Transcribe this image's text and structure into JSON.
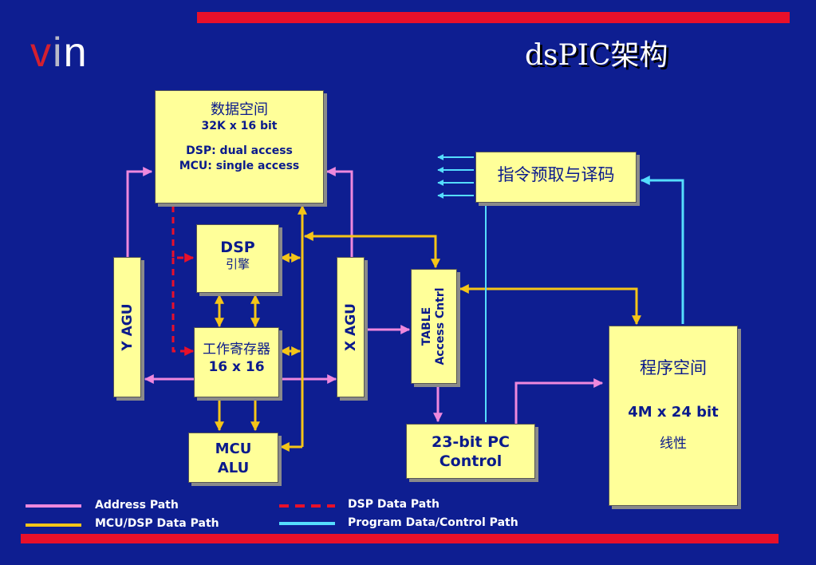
{
  "header": {
    "title": "dsPIC架构"
  },
  "logo": {
    "v": "v",
    "i": "i",
    "n": "n"
  },
  "blocks": {
    "data_space": {
      "title": "数据空间",
      "size": "32K x 16 bit",
      "dsp": "DSP:  dual access",
      "mcu": "MCU: single access"
    },
    "dsp_engine": {
      "name": "DSP",
      "sub": "引擎"
    },
    "work_regs": {
      "name": "工作寄存器",
      "size": "16 x 16"
    },
    "mcu_alu": {
      "line1": "MCU",
      "line2": "ALU"
    },
    "y_agu": {
      "label": "Y  AGU"
    },
    "x_agu": {
      "label": "X  AGU"
    },
    "table": {
      "line1": "TABLE",
      "line2": "Access Cntrl"
    },
    "fetch": {
      "label": "指令预取与译码"
    },
    "pc": {
      "line1": "23-bit PC",
      "line2": "Control"
    },
    "program_space": {
      "title": "程序空间",
      "size": "4M x 24 bit",
      "linear": "线性"
    }
  },
  "legend": {
    "address": "Address Path",
    "mcu_dsp": "MCU/DSP Data Path",
    "dsp_data": "DSP Data Path",
    "program": "Program Data/Control Path"
  },
  "colors": {
    "background": "#0e1e91",
    "address": "#ee88dd",
    "mcu_dsp": "#f5c518",
    "dsp_data": "#e8102a",
    "program": "#55ddff",
    "block": "#ffff99"
  }
}
